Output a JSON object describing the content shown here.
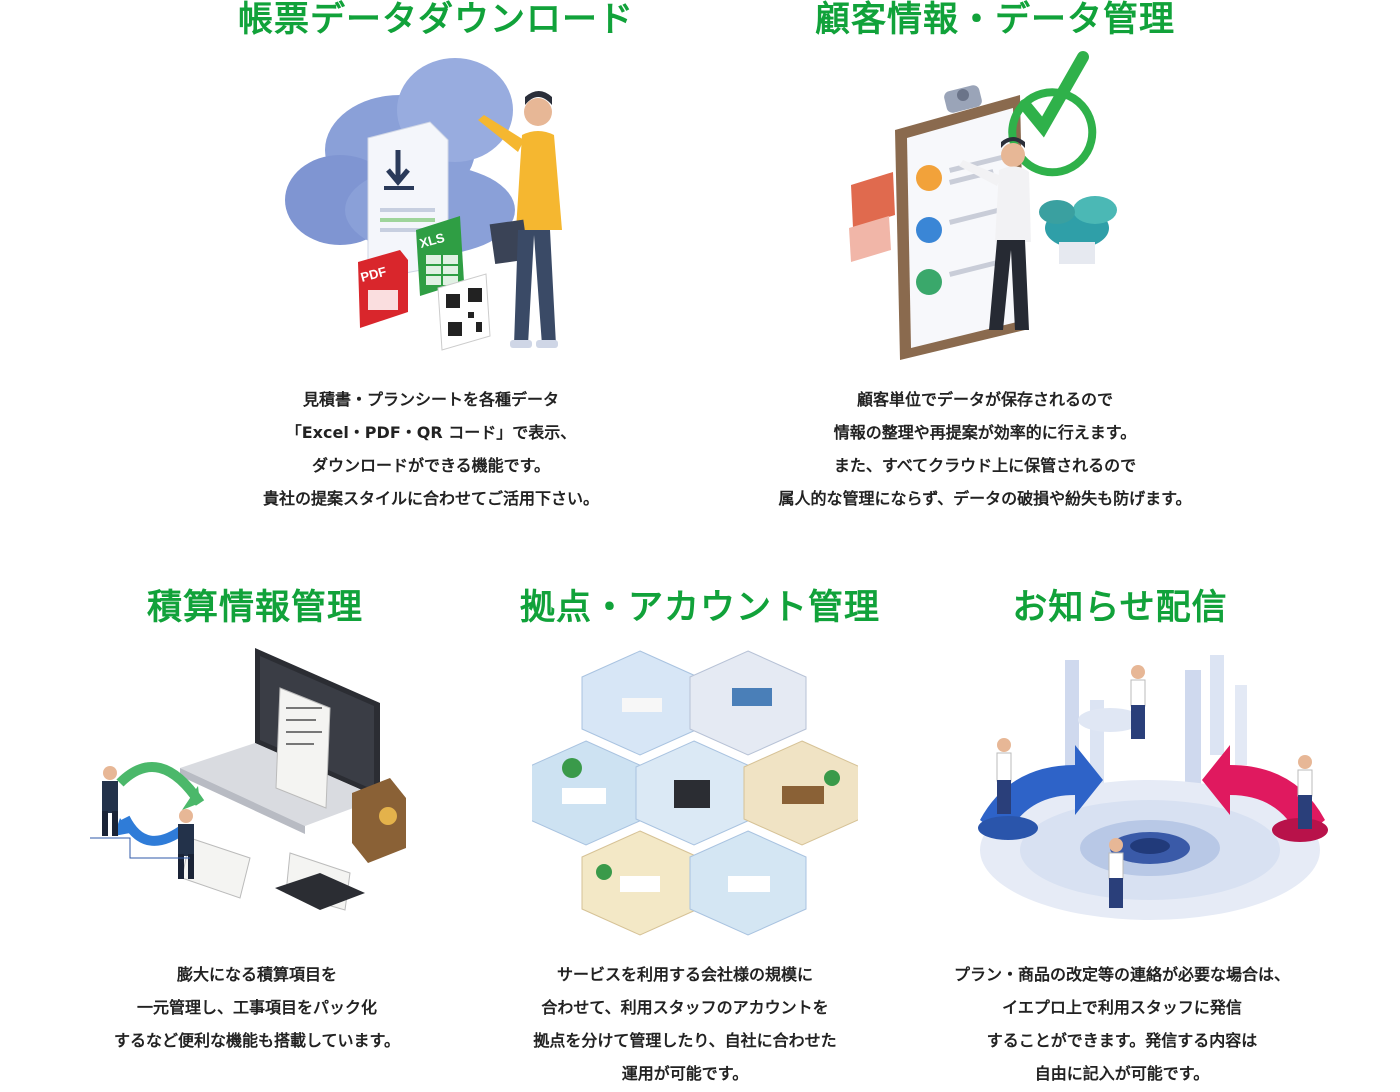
{
  "features": [
    {
      "title": "帳票データダウンロード",
      "lines": [
        "見積書・プランシートを各種データ",
        "「Excel・PDF・QR コード」で表示、",
        "ダウンロードができる機能です。",
        "貴社の提案スタイルに合わせてご活用下さい。"
      ],
      "labels": {
        "pdf": "PDF",
        "xls": "XLS"
      }
    },
    {
      "title": "顧客情報・データ管理",
      "lines": [
        "顧客単位でデータが保存されるので",
        "情報の整理や再提案が効率的に行えます。",
        "また、すべてクラウド上に保管されるので",
        "属人的な管理にならず、データの破損や紛失も防げます。"
      ]
    },
    {
      "title": "積算情報管理",
      "lines": [
        "膨大になる積算項目を",
        "一元管理し、工事項目をパック化",
        "するなど便利な機能も搭載しています。"
      ]
    },
    {
      "title": "拠点・アカウント管理",
      "lines": [
        "サービスを利用する会社様の規模に",
        "合わせて、利用スタッフのアカウントを",
        "拠点を分けて管理したり、自社に合わせた",
        "運用が可能です。"
      ]
    },
    {
      "title": "お知らせ配信",
      "lines": [
        "プラン・商品の改定等の連絡が必要な場合は、",
        "イエプロ上で利用スタッフに発信",
        "することができます。発信する内容は",
        "自由に記入が可能です。"
      ]
    }
  ],
  "colors": {
    "title": "#11a23a",
    "text": "#222222",
    "cloud": "#8aa0d8",
    "pdf": "#d9262c",
    "xls": "#2f9e44",
    "check": "#2fb14a",
    "magenta": "#e0195f",
    "blue": "#2e63c8"
  }
}
